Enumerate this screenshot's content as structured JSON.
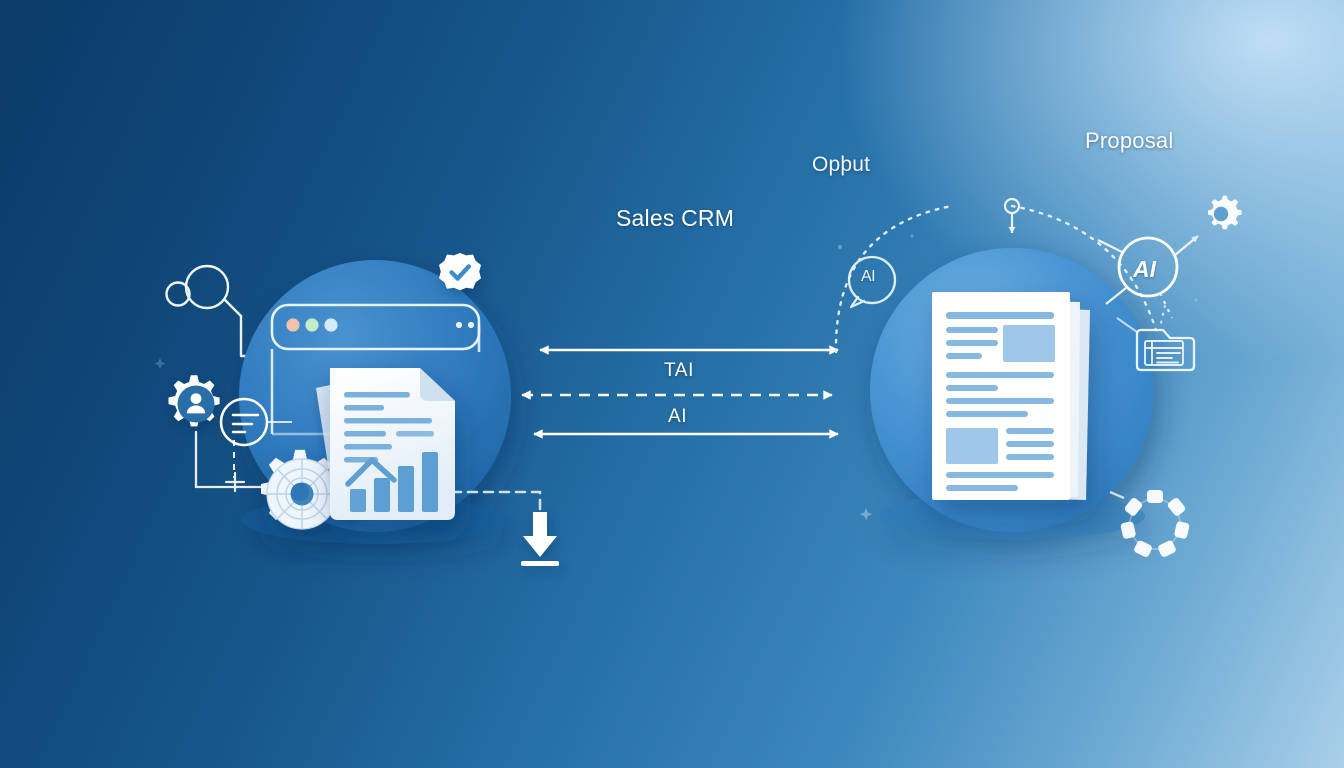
{
  "scene": {
    "title": "Sales CRM to AI Proposal generation flow",
    "background": {
      "gradient_from": "#0b3b68",
      "gradient_to": "#a9cfe9",
      "glow": "#c8e4f8"
    }
  },
  "labels": {
    "sales_crm": "Sales CRM",
    "output": "Opþut",
    "proposal": "Proposal",
    "arrow_top": "TAI",
    "arrow_bottom": "AI"
  },
  "badges": {
    "ai_bubble": "AI",
    "ai_circle": "AI"
  },
  "left_node": {
    "name": "sales-crm-node",
    "circle_color": "#2b7ac0",
    "icons": [
      {
        "name": "browser-window-icon",
        "label": "browser window outline"
      },
      {
        "name": "verified-badge-icon",
        "label": "verified check badge"
      },
      {
        "name": "document-chart-icon",
        "label": "report document with bar chart"
      },
      {
        "name": "gear-icon",
        "label": "settings gear"
      },
      {
        "name": "user-gear-icon",
        "label": "user in gear"
      },
      {
        "name": "list-circle-icon",
        "label": "list lines in circle"
      },
      {
        "name": "node-circles-icon",
        "label": "connected node circles"
      },
      {
        "name": "download-arrow-icon",
        "label": "download arrow"
      },
      {
        "name": "plus-marker-icon",
        "label": "plus marker"
      }
    ],
    "traffic_lights": [
      "#f0b9a0",
      "#bde8c2",
      "#cfe4f4"
    ]
  },
  "right_node": {
    "name": "proposal-node",
    "circle_color": "#3e8fd0",
    "icons": [
      {
        "name": "document-stack-icon",
        "label": "stack of proposal pages"
      },
      {
        "name": "ai-bubble-icon",
        "label": "AI speech bubble"
      },
      {
        "name": "ai-circle-icon",
        "label": "AI circle badge"
      },
      {
        "name": "folder-table-icon",
        "label": "folder with spreadsheet"
      },
      {
        "name": "dashed-ring-icon",
        "label": "segmented dashed ring"
      },
      {
        "name": "gear-icon",
        "label": "settings gear"
      },
      {
        "name": "sparkle-icon",
        "label": "sparkle accent"
      }
    ]
  },
  "connectors": [
    {
      "name": "arrow-top",
      "style": "solid",
      "heads": "both",
      "label": "TAI"
    },
    {
      "name": "arrow-middle",
      "style": "dashed",
      "heads": "both",
      "label": ""
    },
    {
      "name": "arrow-bottom",
      "style": "solid",
      "heads": "both",
      "label": "AI"
    },
    {
      "name": "arc-dotted-left",
      "style": "dotted",
      "heads": "none",
      "label": ""
    },
    {
      "name": "arc-dotted-right",
      "style": "dotted",
      "heads": "none",
      "label": ""
    },
    {
      "name": "drop-arrow-top",
      "style": "solid",
      "heads": "end",
      "label": ""
    }
  ],
  "chart_data": {
    "type": "bar",
    "title": "",
    "categories": [
      "1",
      "2",
      "3",
      "4"
    ],
    "values": [
      28,
      52,
      72,
      96
    ],
    "ylim": [
      0,
      100
    ],
    "xlabel": "",
    "ylabel": "",
    "series": [
      {
        "name": "report-bars",
        "values": [
          28,
          52,
          72,
          96
        ]
      }
    ],
    "overlay": {
      "type": "line",
      "points": [
        [
          0.5,
          62
        ],
        [
          1.2,
          86
        ],
        [
          2.0,
          66
        ]
      ]
    },
    "grid": false,
    "legend": "none",
    "bar_color": "#5c9fd4"
  }
}
